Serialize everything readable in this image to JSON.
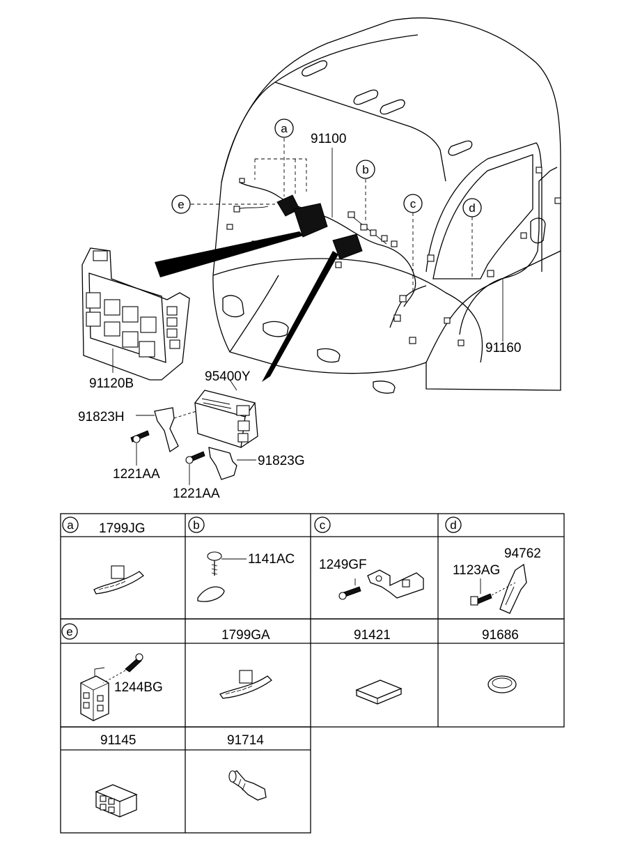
{
  "upper_labels": {
    "harness_main": "91100",
    "harness_door": "91160",
    "junction_box": "91120B",
    "module": "95400Y",
    "bracket_h": "91823H",
    "bracket_g": "91823G",
    "screw_left": "1221AA",
    "screw_right": "1221AA"
  },
  "callouts": {
    "a": "a",
    "b": "b",
    "c": "c",
    "d": "d",
    "e": "e"
  },
  "table": {
    "row1": [
      {
        "letter": "a",
        "part": "1799JG"
      },
      {
        "letter": "b",
        "part": "1141AC"
      },
      {
        "letter": "c",
        "part": "1249GF"
      },
      {
        "letter": "d",
        "parts": [
          "94762",
          "1123AG"
        ]
      }
    ],
    "row2": [
      {
        "letter": "e",
        "part": "1244BG"
      },
      {
        "header": "1799GA"
      },
      {
        "header": "91421"
      },
      {
        "header": "91686"
      }
    ],
    "row3": [
      {
        "header": "91145"
      },
      {
        "header": "91714"
      }
    ]
  }
}
